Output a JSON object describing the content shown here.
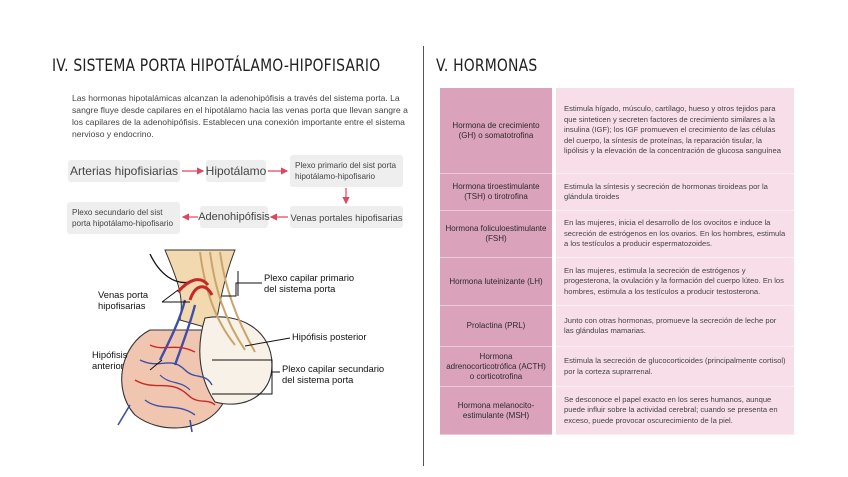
{
  "left": {
    "title": "IV. SISTEMA PORTA HIPOTÁLAMO-HIPOFISARIO",
    "intro": "Las hormonas hipotalámicas alcanzan la adenohipófisis a través del sistema porta. La sangre fluye desde capilares en el hipotálamo hacia las venas porta que llevan sangre a los capilares de la adenohipófisis. Establecen una conexión importante entre el sistema nervioso y endocrino.",
    "flow": {
      "arterias": "Arterias hipofisiarias",
      "hipotalamo": "Hipotálamo",
      "plexo_primario": "Plexo primario del sist porta hipotálamo-hipofisario",
      "venas": "Venas portales hipofisarias",
      "adenohipofisis": "Adenohipófisis",
      "plexo_secundario": "Plexo secundario del sist porta hipotálamo-hipofisario"
    },
    "anatomy_labels": {
      "plexo_capilar_primario": "Plexo capilar primario\ndel sistema porta",
      "venas_porta": "Venas porta\nhipofisarias",
      "hipofisis_posterior": "Hipófisis posterior",
      "hipofisis_anterior": "Hipófisis\nanterior",
      "plexo_capilar_secundario": "Plexo capilar secundario\ndel sistema porta"
    },
    "colors": {
      "arrow": "#e0475f",
      "box": "#eeeeee"
    }
  },
  "right": {
    "title": "V. HORMONAS",
    "colors": {
      "name_cell": "#dba3bb",
      "desc_cell": "#f7dee8"
    },
    "hormones": [
      {
        "name": "Hormona de crecimiento (GH) o somatotrofina",
        "desc": "Estimula hígado, músculo, cartílago, hueso y otros tejidos para que sinteticen y secreten factores de crecimiento similares a la insulina (IGF); los IGF promueven el crecimiento de las células del cuerpo, la síntesis de proteínas, la reparación tisular, la lipólisis y la elevación de la concentración de glucosa sanguínea"
      },
      {
        "name": "Hormona tiroestimulante (TSH) o tirotrofina",
        "desc": "Estimula la síntesis y secreción de hormonas tiroideas por la glándula tiroides"
      },
      {
        "name": "Hormona foliculoestimulante (FSH)",
        "desc": "En las mujeres, inicia el desarrollo de los ovocitos e induce la secreción de estrógenos en los ovarios. En los hombres, estimula a los testículos a producir espermatozoides."
      },
      {
        "name": "Hormona luteinizante (LH)",
        "desc": "En las mujeres, estimula la secreción de estrógenos y progesterona, la ovulación y la formación del cuerpo lúteo. En los hombres, estimula a los testículos a producir testosterona."
      },
      {
        "name": "Prolactina (PRL)",
        "desc": "Junto con otras hormonas, promueve la secreción de leche por las glándulas mamarias."
      },
      {
        "name": "Hormona adrenocorticotrófica (ACTH) o corticotrofina",
        "desc": "Estimula la secreción de glucocorticoides (principalmente cortisol) por la corteza suprarrenal."
      },
      {
        "name": "Hormona melanocito-estimulante (MSH)",
        "desc": "Se desconoce el papel exacto en los seres humanos, aunque puede influir sobre la actividad cerebral; cuando se presenta en exceso, puede provocar oscurecimiento de la piel."
      }
    ]
  }
}
